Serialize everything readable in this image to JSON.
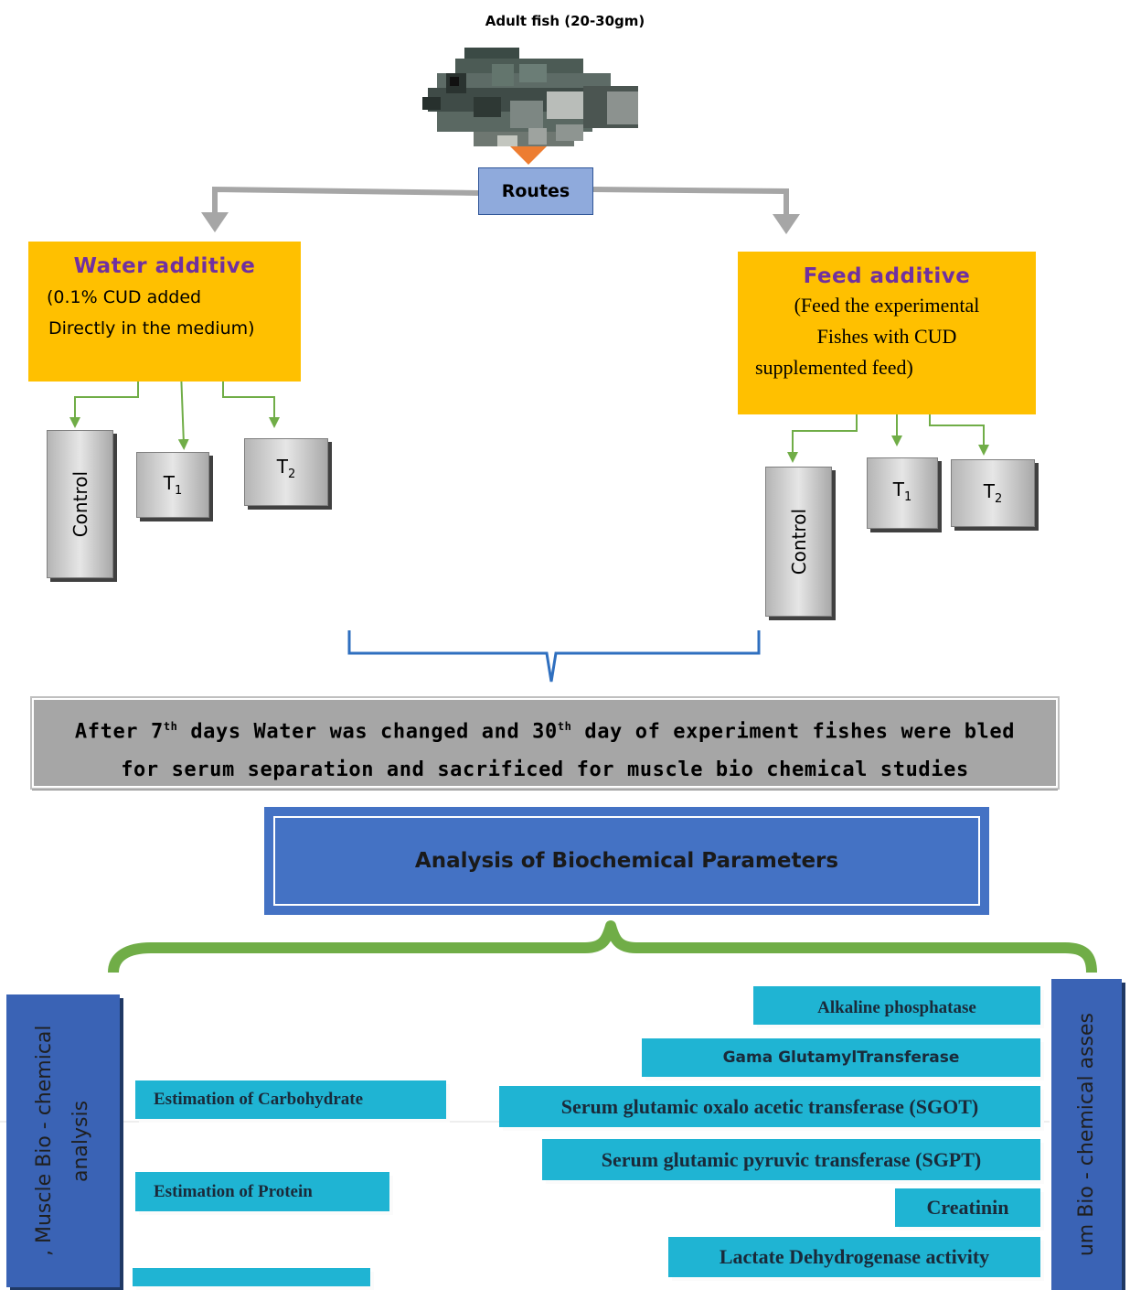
{
  "title": "Adult fish (20-30gm)",
  "fish_image": "fish-photo",
  "routes_label": "Routes",
  "water": {
    "heading": "Water additive",
    "line1": "(0.1% CUD added",
    "line2": "Directly in the medium)",
    "control": "Control",
    "t1": "T",
    "t1_sub": "1",
    "t2": "T",
    "t2_sub": "2"
  },
  "feed": {
    "heading": "Feed additive",
    "line1": "(Feed the experimental",
    "line2": "Fishes with CUD",
    "line3": "supplemented feed)",
    "control": "Control",
    "t1": "T",
    "t1_sub": "1",
    "t2": "T",
    "t2_sub": "2"
  },
  "after": {
    "p1": "After 7",
    "sup1": "th",
    "p2": " days Water was changed and 30",
    "sup2": "th",
    "p3": " day of experiment fishes were bled",
    "line2": "for serum separation and sacrificed for muscle bio chemical studies"
  },
  "analysis_title": "Analysis of Biochemical Parameters",
  "muscle_side": {
    "line1": ", Muscle Bio - chemical",
    "line2": "analysis"
  },
  "serum_side": "um Bio - chemical asses",
  "muscle_items": [
    "Estimation of Carbohydrate",
    "Estimation of Protein"
  ],
  "serum_items": [
    "Alkaline phosphatase",
    "Gama GlutamylTransferase",
    "Serum glutamic oxalo acetic transferase (SGOT)",
    "Serum glutamic pyruvic transferase (SGPT)",
    "Creatinin",
    "Lactate Dehydrogenase activity"
  ],
  "colors": {
    "orange": "#ffc000",
    "purple": "#7030a0",
    "blue": "#4472c4",
    "cyan": "#1fb4d3",
    "green_connector": "#70ad47",
    "gray_arrow": "#a6a6a6",
    "arrow_orange": "#ed7d31"
  }
}
